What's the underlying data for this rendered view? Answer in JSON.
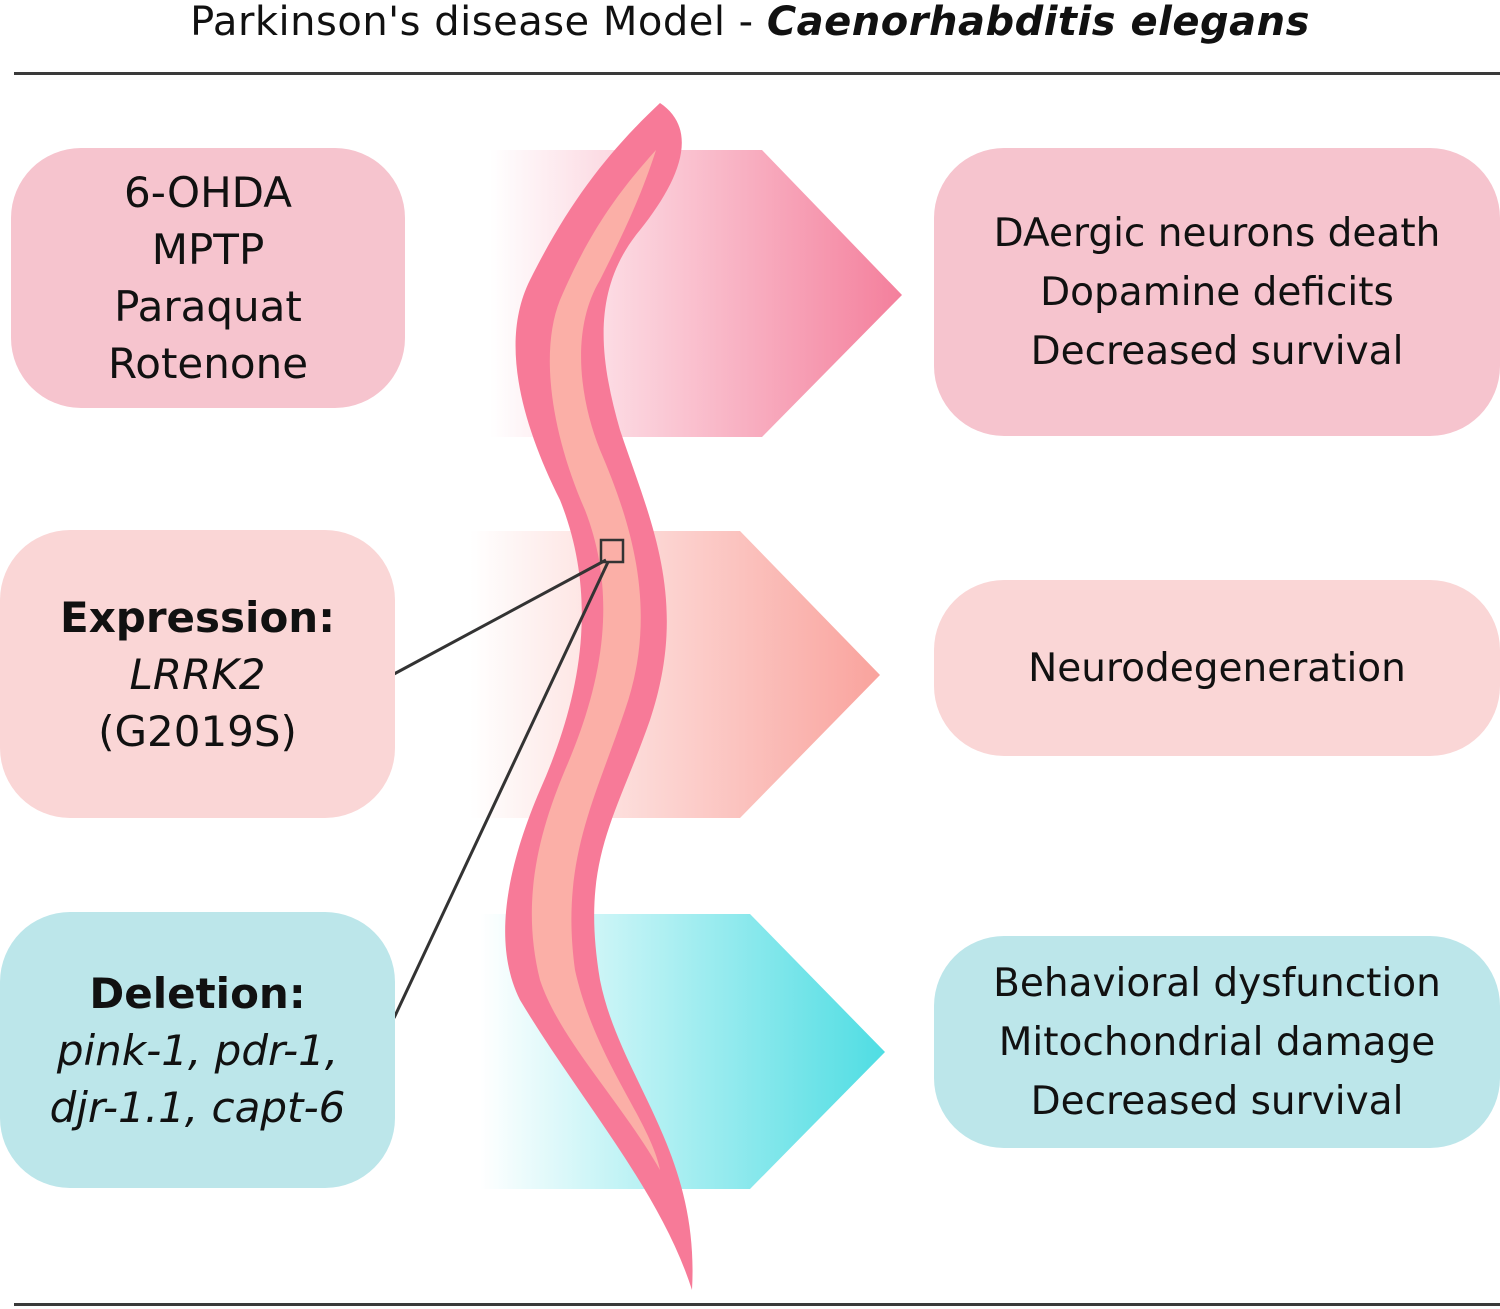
{
  "title": {
    "main": "Parkinson's disease Model - ",
    "species": "Caenorhabditis elegans"
  },
  "causes": {
    "toxins": [
      "6-OHDA",
      "MPTP",
      "Paraquat",
      "Rotenone"
    ],
    "expression": {
      "heading": "Expression:",
      "gene": "LRRK2",
      "variant": "(G2019S)"
    },
    "deletion": {
      "heading": "Deletion:",
      "genes_line1": "pink-1, pdr-1,",
      "genes_line2": "djr-1.1, capt-6"
    }
  },
  "outcomes": {
    "toxins": [
      "DAergic neurons death",
      "Dopamine deficits",
      "Decreased survival"
    ],
    "expression": [
      "Neurodegeneration"
    ],
    "deletion": [
      "Behavioral dysfunction",
      "Mitochondrial damage",
      "Decreased survival"
    ]
  },
  "colors": {
    "pink_box": "#f6c4ce",
    "lightpink_box": "#fad6d6",
    "teal_box": "#bce6ea",
    "arrow_pink": "#f47f9c",
    "arrow_salmon": "#f9a39d",
    "arrow_teal": "#4fdde3",
    "worm_outer": "#f77a98",
    "worm_inner": "#fbafa7",
    "rule": "#3a3a3a"
  }
}
